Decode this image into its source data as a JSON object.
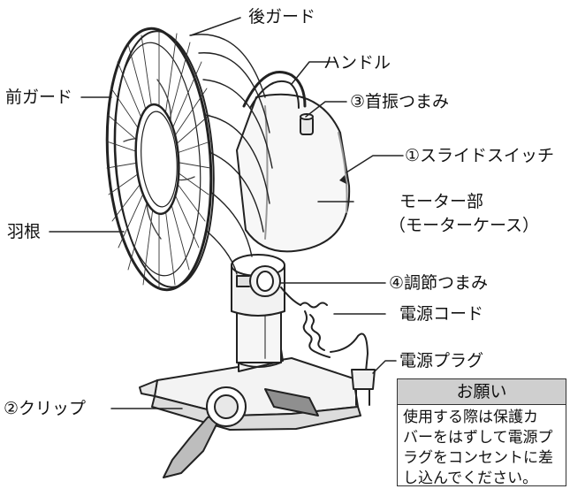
{
  "labels": {
    "rear_guard": "後ガード",
    "handle": "ハンドル",
    "front_guard": "前ガード",
    "swing_knob": "③首振つまみ",
    "slide_switch": "①スライドスイッチ",
    "motor_unit": "モーター部",
    "motor_case": "（モーターケース）",
    "blades": "羽根",
    "adjust_knob": "④調節つまみ",
    "power_cord": "電源コード",
    "power_plug": "電源プラグ",
    "clip": "②クリップ"
  },
  "notice": {
    "title": "お願い",
    "lines": [
      "使用する際は保護カ",
      "バーをはずして電源プ",
      "ラグをコンセントに差",
      "し込んでください。"
    ]
  },
  "colors": {
    "stroke": "#222222",
    "notice_header": "#cfcfcf",
    "clip_shade": "#9a9a9a"
  }
}
